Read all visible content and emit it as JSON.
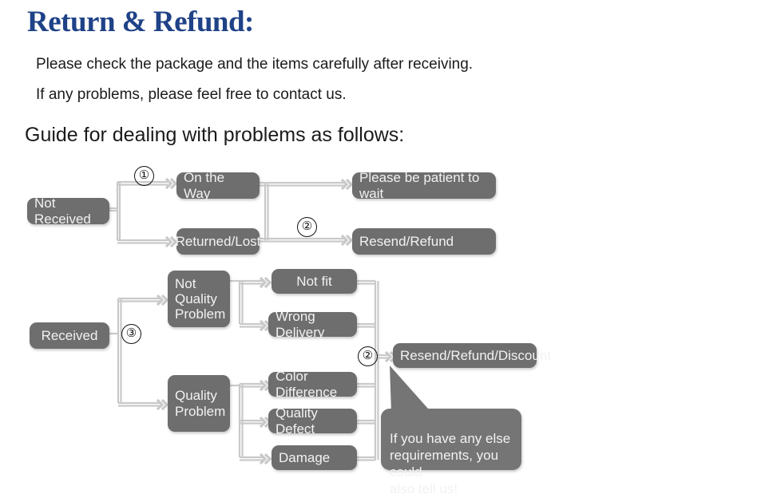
{
  "header": {
    "title": "Return & Refund:",
    "line1": "Please check the package and the items carefully after receiving.",
    "line2": "If any problems, please feel free to contact us.",
    "guide": "Guide for dealing with problems as follows:"
  },
  "colors": {
    "title": "#1f4287",
    "node_fill": "#6e6e6e",
    "callout_fill": "#757575",
    "node_text": "#f2f2f2",
    "connector": "#c9c9c9",
    "body_text": "#1b1b1b",
    "background": "#ffffff"
  },
  "flow": {
    "nodes": {
      "not_received": "Not Received",
      "on_the_way": "On the Way",
      "returned_lost": "Returned/Lost",
      "please_wait": "Please be patient to wait",
      "resend_refund": "Resend/Refund",
      "received": "Received",
      "not_quality_problem": "Not\nQuality\nProblem",
      "quality_problem": "Quality\nProblem",
      "not_fit": "Not fit",
      "wrong_delivery": "Wrong Delivery",
      "color_difference": "Color Difference",
      "quality_defect": "Quality Defect",
      "damage": "Damage",
      "resend_refund_discount": "Resend/Refund/Discount"
    },
    "markers": {
      "one": "①",
      "two_top": "②",
      "three": "③",
      "two_bottom": "②"
    },
    "callout": "If you have any else\nrequirements, you could\nalso tell us!"
  }
}
